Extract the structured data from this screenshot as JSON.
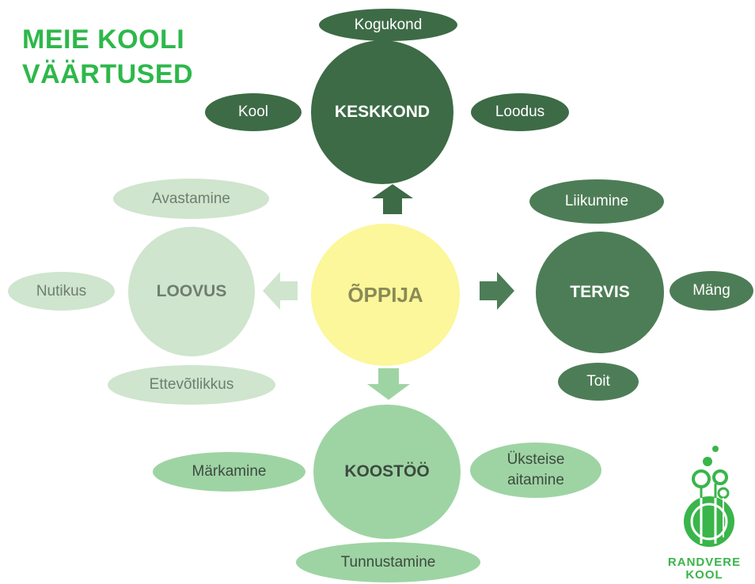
{
  "title": {
    "line1": "MEIE KOOLI",
    "line2": "VÄÄRTUSED"
  },
  "center": {
    "label": "ÕPPIJA"
  },
  "keskkond": {
    "label": "KESKKOND",
    "items": [
      "Kogukond",
      "Kool",
      "Loodus"
    ]
  },
  "tervis": {
    "label": "TERVIS",
    "items": [
      "Liikumine",
      "Mäng",
      "Toit"
    ]
  },
  "loovus": {
    "label": "LOOVUS",
    "items": [
      "Avastamine",
      "Nutikus",
      "Ettevõtlikkus"
    ]
  },
  "koostoo": {
    "label": "KOOSTÖÖ",
    "items": [
      "Märkamine",
      "Üksteise aitamine",
      "Tunnustamine"
    ]
  },
  "logo": {
    "line1": "RANDVERE",
    "line2": "KOOL"
  },
  "colors": {
    "keskkond": "#3d6b46",
    "tervis": "#4d7d56",
    "koostoo": "#9ed4a3",
    "loovus": "#cfe5cd",
    "center": "#fbf79a",
    "title": "#2db84a"
  }
}
